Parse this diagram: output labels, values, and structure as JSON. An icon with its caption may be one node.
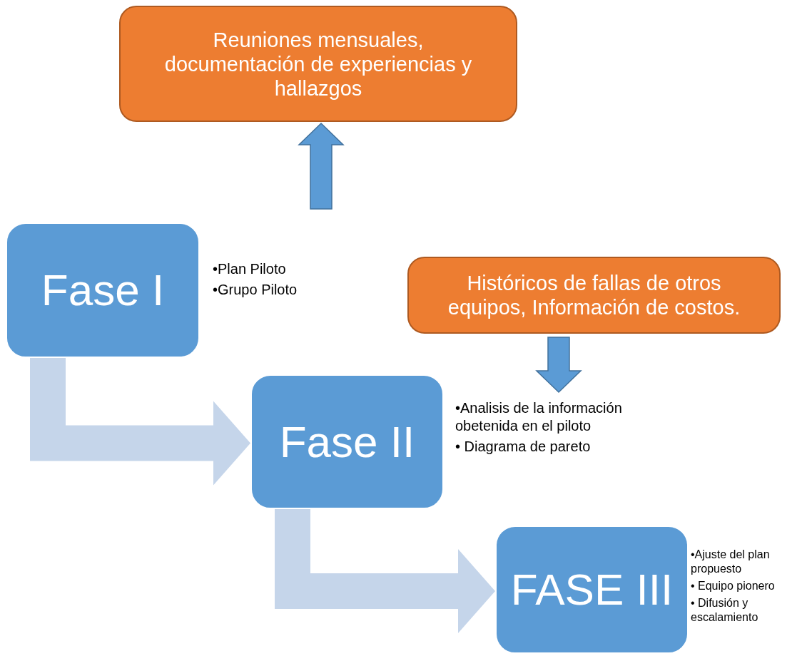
{
  "diagram": {
    "nodes": [
      {
        "text": [
          "Reuniones mensuales, documentación de experiencias y hallazgos"
        ]
      },
      {
        "text": [
          "Fase I"
        ],
        "beside": [
          "•Plan Piloto",
          "•Grupo Piloto"
        ]
      },
      {
        "text": [
          "Históricos de fallas de otros equipos, Información de costos."
        ]
      },
      {
        "text": [
          "Fase II"
        ],
        "beside": [
          "•Analisis de la información obetenida en el piloto",
          "• Diagrama de pareto"
        ]
      },
      {
        "text": [
          "FASE III"
        ],
        "beside": [
          "•Ajuste del plan propuesto",
          "• Equipo pionero",
          "• Difusión y escalamiento"
        ]
      }
    ],
    "edges": [
      {
        "from": null,
        "to": 0,
        "arrow": "to"
      },
      {
        "from": 2,
        "to": 3,
        "arrow": "to"
      },
      {
        "from": 1,
        "to": 3,
        "arrow": "to",
        "color": "#c5d5ea"
      },
      {
        "from": 3,
        "to": 4,
        "arrow": "to",
        "color": "#c5d5ea"
      }
    ]
  }
}
